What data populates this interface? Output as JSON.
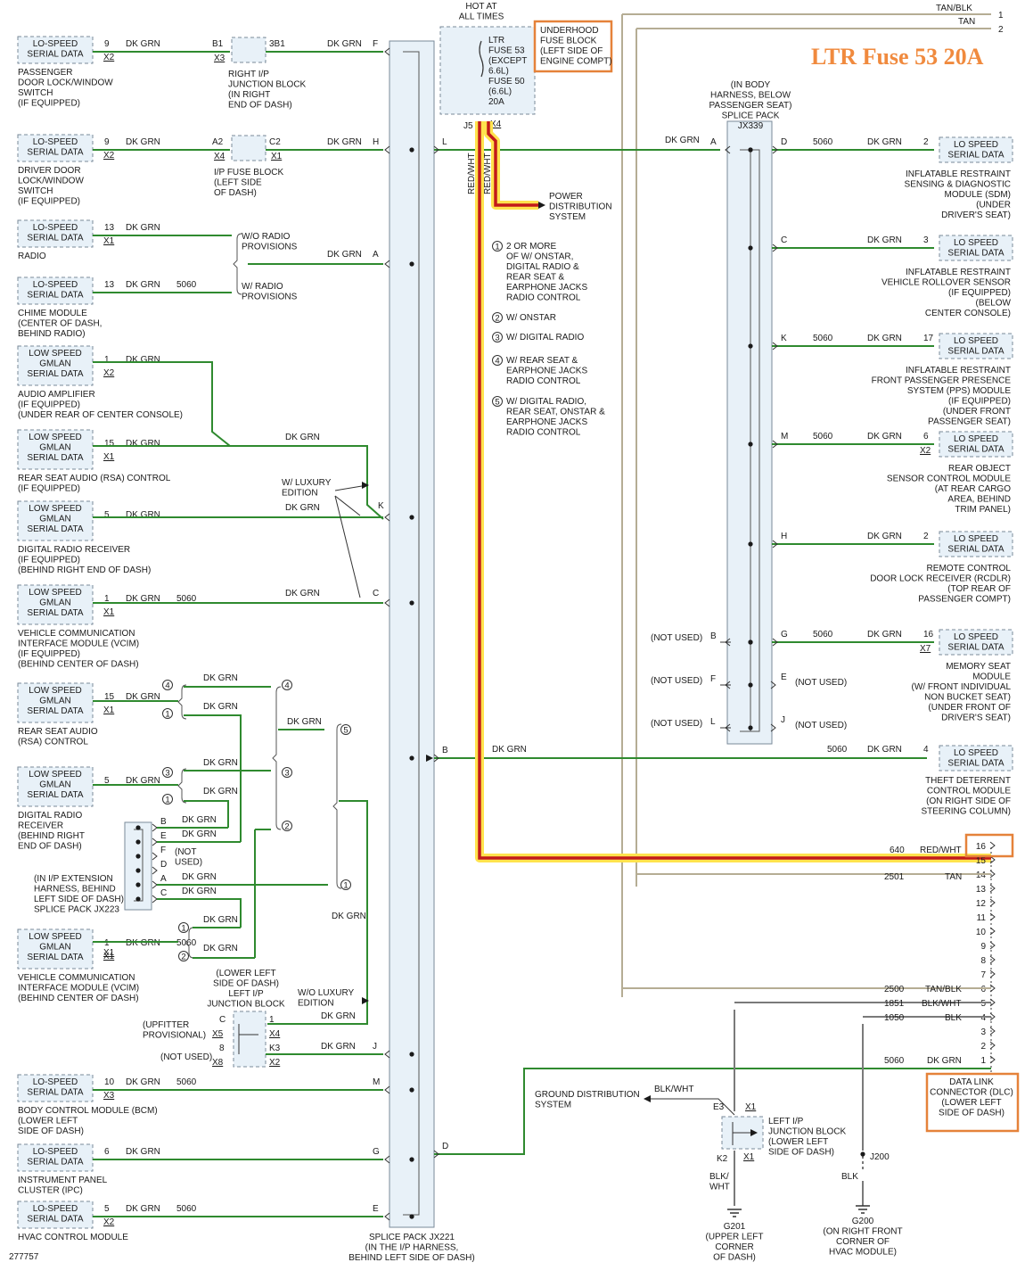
{
  "banner": "LTR Fuse 53 20A",
  "diagram_id": "277757",
  "colors": {
    "green": "#2f8a2f",
    "tan": "#b5ad94",
    "gray": "#7a7a7a",
    "highlight_red": "#c21a1a",
    "highlight_yellow": "#ffe34d",
    "orange": "#e5823a",
    "box_fill": "#e8f1f8",
    "box_stroke": "#7a8a99"
  },
  "hot": {
    "title": "HOT AT\nALL TIMES",
    "fuse": "LTR\nFUSE 53\n(EXCEPT\n6.6L)\nFUSE 50\n(6.6L)\n20A",
    "j5": "J5",
    "x4": "X4",
    "underhood": "UNDERHOOD\nFUSE BLOCK\n(LEFT SIDE OF\nENGINE COMPT)",
    "wire1": "RED/WHT",
    "wire2": "RED/WHT",
    "power": "POWER\nDISTRIBUTION\nSYSTEM"
  },
  "top_wires": [
    {
      "label": "TAN/BLK",
      "pin": "1"
    },
    {
      "label": "TAN",
      "pin": "2"
    }
  ],
  "notes": [
    {
      "n": "1",
      "text": "2 OR MORE\nOF W/ ONSTAR,\nDIGITAL RADIO &\nREAR SEAT &\nEARPHONE JACKS\nRADIO CONTROL"
    },
    {
      "n": "2",
      "text": "W/ ONSTAR"
    },
    {
      "n": "3",
      "text": "W/ DIGITAL RADIO"
    },
    {
      "n": "4",
      "text": "W/ REAR SEAT &\nEARPHONE JACKS\nRADIO CONTROL"
    },
    {
      "n": "5",
      "text": "W/ DIGITAL RADIO,\nREAR SEAT, ONSTAR &\nEARPHONE JACKS\nRADIO CONTROL"
    }
  ],
  "left_modules": [
    {
      "box": "LO-SPEED\nSERIAL DATA",
      "pin": "9",
      "conn": "X2",
      "wire": "DK GRN",
      "name": "PASSENGER\nDOOR LOCK/WINDOW\nSWITCH\n(IF EQUIPPED)"
    },
    {
      "box": "LO-SPEED\nSERIAL DATA",
      "pin": "9",
      "conn": "X2",
      "wire": "DK GRN",
      "name": "DRIVER DOOR\nLOCK/WINDOW\nSWITCH\n(IF EQUIPPED)"
    },
    {
      "box": "LO-SPEED\nSERIAL DATA",
      "pin": "13",
      "conn": "X1",
      "wire": "DK GRN",
      "name": "RADIO"
    },
    {
      "box": "LO-SPEED\nSERIAL DATA",
      "pin": "13",
      "conn": "",
      "wire": "DK GRN",
      "circ": "5060",
      "name": "CHIME MODULE\n(CENTER OF DASH,\nBEHIND RADIO)"
    },
    {
      "box": "LOW SPEED\nGMLAN\nSERIAL DATA",
      "pin": "1",
      "conn": "X2",
      "wire": "DK GRN",
      "name": "AUDIO AMPLIFIER\n(IF EQUIPPED)\n(UNDER REAR OF CENTER CONSOLE)"
    },
    {
      "box": "LOW SPEED\nGMLAN\nSERIAL DATA",
      "pin": "15",
      "conn": "X1",
      "wire": "DK GRN",
      "name": "REAR SEAT AUDIO (RSA) CONTROL\n(IF EQUIPPED)"
    },
    {
      "box": "LOW SPEED\nGMLAN\nSERIAL DATA",
      "pin": "5",
      "conn": "",
      "wire": "DK GRN",
      "name": "DIGITAL RADIO RECEIVER\n(IF EQUIPPED)\n(BEHIND RIGHT END OF DASH)"
    },
    {
      "box": "LOW SPEED\nGMLAN\nSERIAL DATA",
      "pin": "1",
      "conn": "X1",
      "wire": "DK GRN",
      "circ": "5060",
      "name": "VEHICLE COMMUNICATION\nINTERFACE MODULE (VCIM)\n(IF EQUIPPED)\n(BEHIND CENTER OF DASH)"
    },
    {
      "box": "LOW SPEED\nGMLAN\nSERIAL DATA",
      "pin": "15",
      "conn": "X1",
      "wire": "DK GRN",
      "name": "REAR SEAT AUDIO\n(RSA) CONTROL"
    },
    {
      "box": "LOW SPEED\nGMLAN\nSERIAL DATA",
      "pin": "5",
      "conn": "",
      "wire": "DK GRN",
      "name": "DIGITAL RADIO\nRECEIVER\n(BEHIND RIGHT\nEND OF DASH)"
    },
    {
      "box": "LOW SPEED\nGMLAN\nSERIAL DATA",
      "pin": "1",
      "conn": "X1",
      "wire": "DK GRN",
      "circ": "5060",
      "name": "VEHICLE COMMUNICATION\nINTERFACE MODULE (VCIM)\n(BEHIND CENTER OF DASH)"
    },
    {
      "box": "LO-SPEED\nSERIAL DATA",
      "pin": "10",
      "conn": "X3",
      "wire": "DK GRN",
      "circ": "5060",
      "name": "BODY CONTROL MODULE (BCM)\n(LOWER LEFT\nSIDE OF DASH)"
    },
    {
      "box": "LO-SPEED\nSERIAL DATA",
      "pin": "6",
      "conn": "",
      "wire": "DK GRN",
      "name": "INSTRUMENT PANEL\nCLUSTER (IPC)"
    },
    {
      "box": "LO-SPEED\nSERIAL DATA",
      "pin": "5",
      "conn": "X2",
      "wire": "DK GRN",
      "circ": "5060",
      "name": "HVAC CONTROL MODULE"
    }
  ],
  "left_misc": {
    "jb_right": {
      "b1": "B1",
      "x3": "X3",
      "p3b1": "3B1",
      "name": "RIGHT I/P\nJUNCTION BLOCK\n(IN RIGHT\nEND OF DASH)",
      "wire": "DK GRN"
    },
    "ip_fuse": {
      "a2": "A2",
      "x4": "X4",
      "c2": "C2",
      "x1": "X1",
      "name": "I/P FUSE BLOCK\n(LEFT SIDE\nOF DASH)",
      "wire": "DK GRN"
    },
    "wo_radio": "W/O RADIO\nPROVISIONS",
    "w_radio": "W/ RADIO\nPROVISIONS",
    "radio_wire": "DK GRN",
    "gmlan_wire": "DK GRN",
    "lux": "W/ LUXURY\nEDITION",
    "wo_lux": "W/O LUXURY\nEDITION",
    "rsa_wire": "DK GRN",
    "drr_wire": "DK GRN",
    "vcim_wire": "DK GRN",
    "opt_wires": [
      "DK GRN",
      "DK GRN",
      "DK GRN",
      "DK GRN",
      "DK GRN",
      "DK GRN",
      "DK GRN",
      "DK GRN",
      "DK GRN",
      "DK GRN"
    ],
    "jx223": {
      "pins": [
        "B",
        "E",
        "F",
        "D",
        "A",
        "C"
      ],
      "wires": [
        "DK GRN",
        "DK GRN",
        "(NOT\nUSED)",
        "DK GRN",
        "DK GRN"
      ],
      "name": "(IN I/P EXTENSION\nHARNESS, BEHIND\nLEFT SIDE OF DASH)\nSPLICE PACK JX223"
    },
    "lljb": {
      "title": "(LOWER LEFT\nSIDE OF DASH)\nLEFT I/P\nJUNCTION BLOCK",
      "c": "C",
      "x5": "X5",
      "p8": "8",
      "x8": "X8",
      "p1": "1",
      "x4": "X4",
      "k3": "K3",
      "x2": "X2",
      "upfit": "(UPFITTER\nPROVISIONAL)",
      "notused": "(NOT USED)",
      "w1": "DK GRN",
      "w2": "DK GRN"
    },
    "dkgrn_vert": "DK GRN"
  },
  "splice_jx221": {
    "name": "SPLICE PACK JX221\n(IN THE I/P HARNESS,\nBEHIND LEFT SIDE OF DASH)",
    "pins": [
      "F",
      "H",
      "A",
      "K",
      "C",
      "J",
      "M",
      "G",
      "E"
    ],
    "right": [
      "L",
      "B",
      "D"
    ]
  },
  "splice_jx339": {
    "name": "(IN BODY\nHARNESS, BELOW\nPASSENGER SEAT)\nSPLICE PACK\nJX339",
    "pins_l": [
      "A",
      "B",
      "F",
      "L"
    ],
    "pins_r": [
      "D",
      "C",
      "K",
      "M",
      "H",
      "G",
      "E",
      "J"
    ],
    "notused": "(NOT USED)"
  },
  "right_modules": [
    {
      "pin_in": "D",
      "circ": "5060",
      "wire": "DK GRN",
      "pin": "2",
      "conn": "",
      "box": "LO SPEED\nSERIAL DATA",
      "name": "INFLATABLE RESTRAINT\nSENSING & DIAGNOSTIC\nMODULE (SDM)\n(UNDER\nDRIVER'S SEAT)"
    },
    {
      "pin_in": "C",
      "circ": "",
      "wire": "DK GRN",
      "pin": "3",
      "conn": "",
      "box": "LO SPEED\nSERIAL DATA",
      "name": "INFLATABLE RESTRAINT\nVEHICLE ROLLOVER SENSOR\n(IF EQUIPPED)\n(BELOW\nCENTER CONSOLE)"
    },
    {
      "pin_in": "K",
      "circ": "5060",
      "wire": "DK GRN",
      "pin": "17",
      "conn": "",
      "box": "LO SPEED\nSERIAL DATA",
      "name": "INFLATABLE RESTRAINT\nFRONT PASSENGER PRESENCE\nSYSTEM (PPS) MODULE\n(IF EQUIPPED)\n(UNDER FRONT\nPASSENGER SEAT)"
    },
    {
      "pin_in": "M",
      "circ": "5060",
      "wire": "DK GRN",
      "pin": "6",
      "conn": "X2",
      "box": "LO SPEED\nSERIAL DATA",
      "name": "REAR OBJECT\nSENSOR CONTROL MODULE\n(AT REAR CARGO\nAREA, BEHIND\nTRIM PANEL)"
    },
    {
      "pin_in": "H",
      "circ": "",
      "wire": "DK GRN",
      "pin": "2",
      "conn": "",
      "box": "LO SPEED\nSERIAL DATA",
      "name": "REMOTE CONTROL\nDOOR LOCK RECEIVER (RCDLR)\n(TOP REAR OF\nPASSENGER COMPT)"
    },
    {
      "pin_in": "G",
      "circ": "5060",
      "wire": "DK GRN",
      "pin": "16",
      "conn": "X7",
      "box": "LO SPEED\nSERIAL DATA",
      "name": "MEMORY SEAT\nMODULE\n(W/ FRONT INDIVIDUAL\nNON BUCKET SEAT)\n(UNDER FRONT OF\nDRIVER'S SEAT)"
    },
    {
      "pin_in": "B",
      "circ": "5060",
      "wire": "DK GRN",
      "pin": "4",
      "conn": "",
      "box": "LO SPEED\nSERIAL DATA",
      "name": "THEFT DETERRENT\nCONTROL MODULE\n(ON RIGHT SIDE OF\nSTEERING COLUMN)"
    }
  ],
  "jx339_wire": "DK GRN",
  "theft_wire": "DK GRN",
  "dlc": {
    "pins": [
      "16",
      "15",
      "14",
      "13",
      "12",
      "11",
      "10",
      "9",
      "8",
      "7",
      "6",
      "5",
      "4",
      "3",
      "2",
      "1"
    ],
    "wires": [
      {
        "pin": "16",
        "circ": "640",
        "label": "RED/WHT"
      },
      {
        "pin": "14",
        "circ": "2501",
        "label": "TAN"
      },
      {
        "pin": "6",
        "circ": "2500",
        "label": "TAN/BLK"
      },
      {
        "pin": "5",
        "circ": "1851",
        "label": "BLK/WHT"
      },
      {
        "pin": "4",
        "circ": "1050",
        "label": "BLK"
      },
      {
        "pin": "1",
        "circ": "5060",
        "label": "DK GRN"
      }
    ],
    "name": "DATA LINK\nCONNECTOR (DLC)\n(LOWER LEFT\nSIDE OF DASH)"
  },
  "ground": {
    "gds": "GROUND DISTRIBUTION\nSYSTEM",
    "bw": "BLK/WHT",
    "e3": "E3",
    "x1a": "X1",
    "k2": "K2",
    "x1b": "X1",
    "jb": "LEFT I/P\nJUNCTION BLOCK\n(LOWER LEFT\nSIDE OF DASH)",
    "bw2": "BLK/\nWHT",
    "g201": "G201\n(UPPER LEFT\nCORNER\nOF DASH)",
    "j200": "J200",
    "blk": "BLK",
    "g200": "G200\n(ON RIGHT FRONT\nCORNER OF\nHVAC MODULE)"
  }
}
